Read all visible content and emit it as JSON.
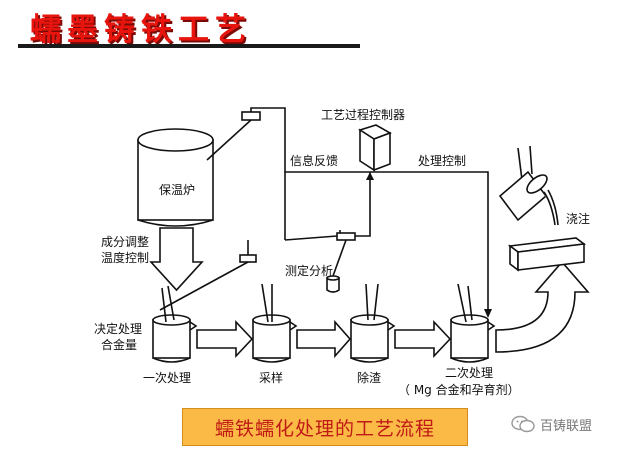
{
  "title": "蠕墨铸铁工艺",
  "caption": "蠕铁蠕化处理的工艺流程",
  "watermark": "百铸联盟",
  "colors": {
    "title": "#e8150f",
    "caption_bg": "#fbb946",
    "caption_text": "#c01a16"
  },
  "labels": {
    "furnace": "保温炉",
    "controller": "工艺过程控制器",
    "feedback": "信息反馈",
    "process_control": "处理控制",
    "adjust1": "成分调整",
    "adjust2": "温度控制",
    "measure": "测定分析",
    "decide1": "决定处理",
    "decide2": "合金量",
    "pour": "浇注",
    "step1": "一次处理",
    "step2": "采样",
    "step3": "除渣",
    "step4": "二次处理",
    "step4_note": "（ Mg 合金和孕育剂）"
  }
}
